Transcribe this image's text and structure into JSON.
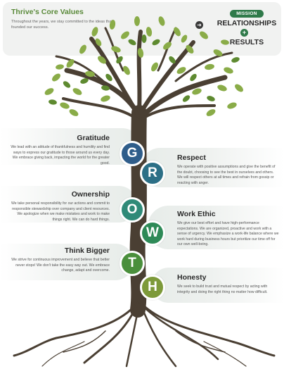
{
  "header": {
    "title": "Thrive's Core Values",
    "description": "Throughout the years, we stay committed to the ideas that founded our success.",
    "mission_label": "MISSION",
    "mission_line1": "RELATIONSHIPS",
    "plus_symbol": "+",
    "mission_line2": "RESULTS",
    "arrow_symbol": "➜"
  },
  "values": [
    {
      "letter": "G",
      "title": "Gratitude",
      "color": "#2f5d8a",
      "body": "We lead with an attitude of thankfulness and humility and find ways to express our gratitude to those around us every day. We embrace giving back, impacting the world for the greater good."
    },
    {
      "letter": "R",
      "title": "Respect",
      "color": "#2c6f86",
      "body": "We operate with positive assumptions and give the benefit of the doubt, choosing to see the best in ourselves and others. We will respect others at all times and refrain from gossip or reacting with anger."
    },
    {
      "letter": "O",
      "title": "Ownership",
      "color": "#2f8a78",
      "body": "We take personal responsibility for our actions and commit to responsible stewardship over company and client resources. We apologize when we make mistakes and work to make things right. We can do hard things."
    },
    {
      "letter": "W",
      "title": "Work Ethic",
      "color": "#2e8a57",
      "body": "We give our best effort and have high-performance expectations. We are organized, proactive and work with a sense of urgency. We emphasize a work-life balance where we work hard during business hours but prioritize our time off for our own well-being."
    },
    {
      "letter": "T",
      "title": "Think Bigger",
      "color": "#4a8f3c",
      "body": "We strive for continuous improvement and believe that better never stops! We don't take the easy way out. We embrace change, adapt and overcome."
    },
    {
      "letter": "H",
      "title": "Honesty",
      "color": "#7d9a3a",
      "body": "We seek to build trust and mutual respect by acting with integrity and doing the right thing no matter how difficult."
    }
  ]
}
